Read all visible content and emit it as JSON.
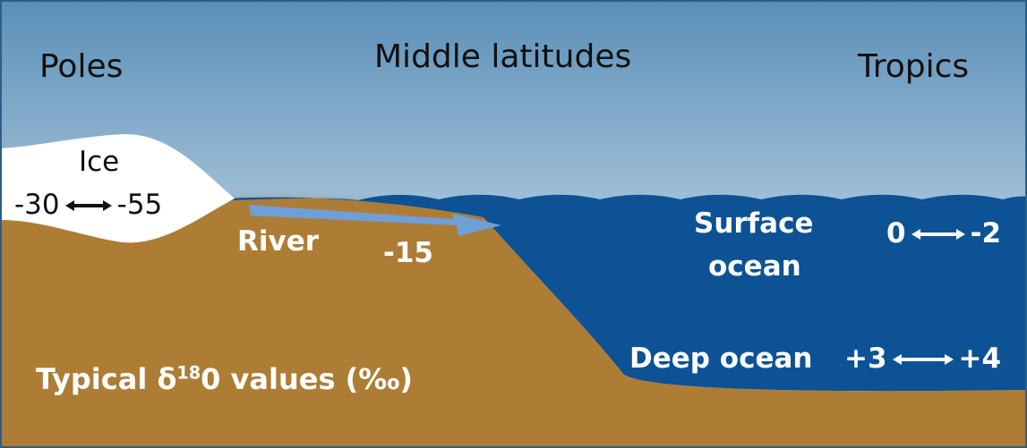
{
  "regions": {
    "poles": "Poles",
    "middle": "Middle latitudes",
    "tropics": "Tropics"
  },
  "ice": {
    "label": "Ice",
    "min": "-30",
    "max": "-55"
  },
  "river": {
    "label": "River",
    "value": "-15"
  },
  "surface_ocean": {
    "label_line1": "Surface",
    "label_line2": "ocean",
    "min": "0",
    "max": "-2"
  },
  "deep_ocean": {
    "label": "Deep ocean",
    "min": "+3",
    "max": "+4"
  },
  "caption": {
    "prefix": "Typical ",
    "delta": "δ",
    "superscript": "18",
    "suffix": "0 values (‰)"
  },
  "colors": {
    "sky_top": "#5b8fb8",
    "sky_bottom": "#f4f8fc",
    "ice": "#ffffff",
    "land": "#ad7d35",
    "land_shadow": "#6e4c1c",
    "ocean": "#0c5294",
    "river": "#6f9fd8",
    "border": "#2d5f86"
  }
}
